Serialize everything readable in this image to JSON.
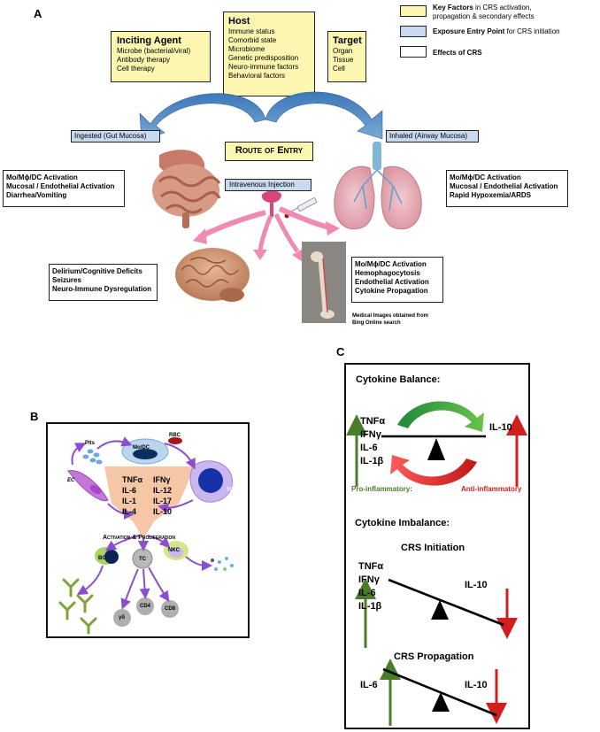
{
  "panelA": {
    "letter": "A",
    "legend": [
      {
        "strong": "Key Factors",
        "rest1": " in CRS activation,",
        "rest2": "propagation & secondary effects",
        "color": "#fdf6b0"
      },
      {
        "strong": "Exposure Entry Point",
        "rest1": " for CRS initiation",
        "rest2": "",
        "color": "#c9d9ee"
      },
      {
        "strong": "Effects of CRS",
        "rest1": "",
        "rest2": "",
        "color": "#ffffff"
      }
    ],
    "inciting": {
      "title": "Inciting Agent",
      "items": [
        "Microbe (bacterial/viral)",
        "Antibody therapy",
        "Cell therapy"
      ]
    },
    "host": {
      "title": "Host",
      "items": [
        "Immune status",
        "Comorbid state",
        "Microbiome",
        "Genetic predisposition",
        "Neuro-immune factors",
        "Behavioral factors"
      ]
    },
    "target": {
      "title": "Target",
      "items": [
        "Organ",
        "Tissue",
        "Cell"
      ]
    },
    "route": "Route of Entry",
    "ingested": "Ingested (Gut Mucosa)",
    "inhaled": "Inhaled (Airway Mucosa)",
    "intravenous": "Intravenous Injection",
    "gut_effects": [
      "Mo/Mϕ/DC Activation",
      "Mucosal / Endothelial Activation",
      "Diarrhea/Vomiting"
    ],
    "lung_effects": [
      "Mo/Mϕ/DC Activation",
      "Mucosal / Endothelial Activation",
      "Rapid Hypoxemia/ARDS"
    ],
    "brain_effects": [
      "Delirium/Cognitive Deficits",
      "Seizures",
      "Neuro-Immune Dysregulation"
    ],
    "bone_effects": [
      "Mo/Mϕ/DC Activation",
      "Hemophagocytosis",
      "Endothelial Activation",
      "Cytokine Propagation"
    ],
    "source_note": [
      "Medical Images obtained from",
      "Bing Online search"
    ]
  },
  "panelB": {
    "letter": "B",
    "cells": {
      "modc": "Mo/DC",
      "rbc": "RBC",
      "plts": "Plts",
      "ec": "EC",
      "tc": "TC",
      "bc": "BC",
      "tc2": "TC",
      "nkc": "NKC",
      "gd": "γδ",
      "cd4": "CD4",
      "cd8": "CD8"
    },
    "cytokines_left": [
      "TNFα",
      "IL-6",
      "IL-1",
      "IL-4"
    ],
    "cytokines_right": [
      "IFNγ",
      "IL-12",
      "IL-17",
      "IL-10"
    ],
    "activation": "Activation & Proliferation"
  },
  "panelC": {
    "letter": "C",
    "balance_title": "Cytokine Balance:",
    "balance_left": [
      "TNFα",
      "IFNγ",
      "IL-6",
      "IL-1β"
    ],
    "balance_right": "IL-10",
    "pro_label": "Pro-inflammatory:",
    "anti_label": "Anti-inflammatory",
    "imbalance_title": "Cytokine Imbalance:",
    "initiation_title": "CRS Initiation",
    "initiation_left": [
      "TNFα",
      "IFNγ",
      "IL-6",
      "IL-1β"
    ],
    "initiation_right": "IL-10",
    "propagation_title": "CRS Propagation",
    "propagation_left": "IL-6",
    "propagation_right": "IL-10",
    "colors": {
      "pro": "#4a7d2a",
      "anti": "#d11f1f"
    }
  }
}
